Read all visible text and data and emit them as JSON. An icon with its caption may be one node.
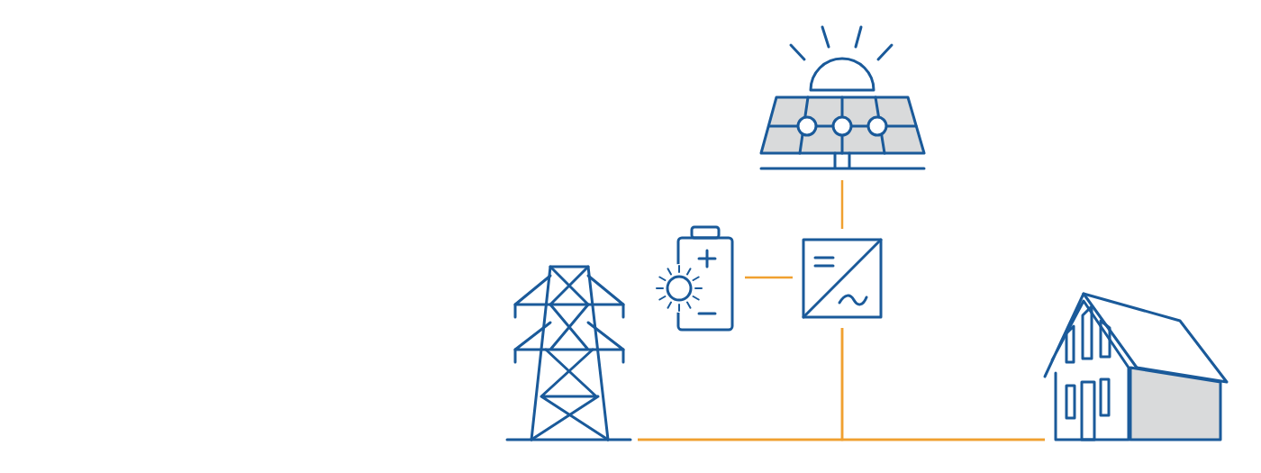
{
  "diagram": {
    "nodes": [
      {
        "text": [],
        "shape": "picture"
      },
      {
        "text": [],
        "shape": "picture"
      },
      {
        "text": [],
        "shape": "picture"
      },
      {
        "text": [],
        "shape": "picture"
      },
      {
        "text": [],
        "shape": "picture"
      }
    ],
    "edges": [
      {
        "from": 0,
        "to": 2,
        "arrow": "none"
      },
      {
        "from": 1,
        "to": 2,
        "arrow": "none"
      },
      {
        "from": 2,
        "to": 3,
        "arrow": "none"
      },
      {
        "from": 2,
        "to": 4,
        "arrow": "none"
      },
      {
        "from": 3,
        "to": 4,
        "arrow": "none"
      }
    ]
  }
}
